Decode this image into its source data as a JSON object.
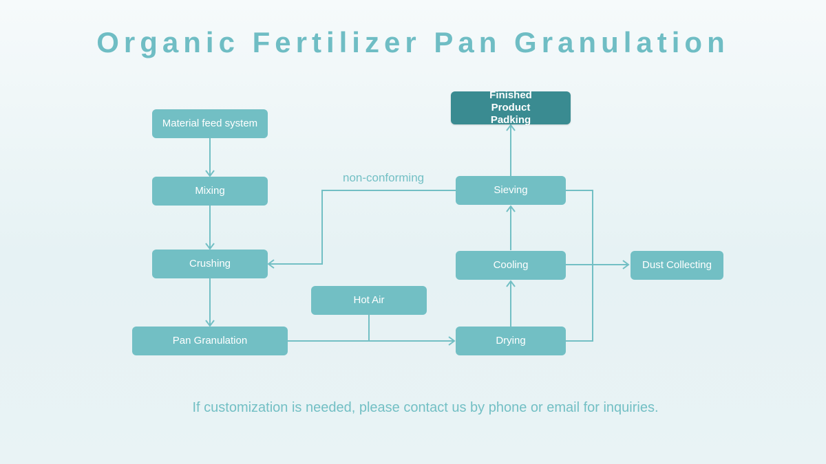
{
  "title": "Organic Fertilizer Pan Granulation",
  "nodes": {
    "material_feed": "Material feed system",
    "mixing": "Mixing",
    "crushing": "Crushing",
    "pan_granulation": "Pan Granulation",
    "hot_air": "Hot Air",
    "drying": "Drying",
    "cooling": "Cooling",
    "sieving": "Sieving",
    "finished": "Finished Product Padking",
    "dust": "Dust Collecting"
  },
  "edge_labels": {
    "non_conforming": "non-conforming"
  },
  "footer": "If customization is needed, please contact us by phone or email for inquiries.",
  "colors": {
    "node": "#72bfc4",
    "node_final": "#3a8b91",
    "accent_text": "#6fbdc4"
  }
}
